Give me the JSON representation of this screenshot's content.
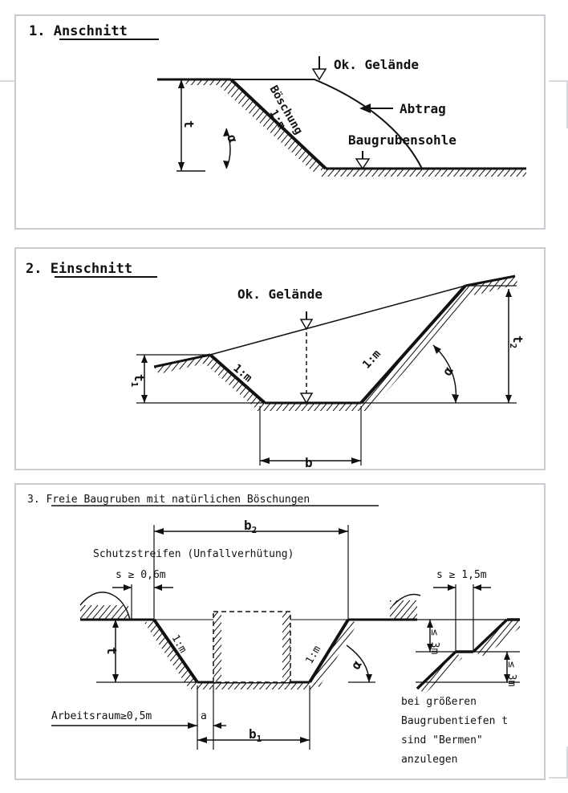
{
  "panels": {
    "anschnitt": {
      "title": "1. Anschnitt",
      "ok_gelaende": "Ok. Gelände",
      "abtrag": "Abtrag",
      "baugrubensohle": "Baugrubensohle",
      "boeschung": "Böschung",
      "slope": "1:m",
      "depth": "t",
      "angle": "α"
    },
    "einschnitt": {
      "title": "2. Einschnitt",
      "ok_gelaende": "Ok. Gelände",
      "slope_left": "1:m",
      "slope_right": "1:m",
      "t1": "t",
      "t1_sub": "1",
      "t2": "t",
      "t2_sub": "2",
      "width": "b",
      "angle": "α"
    },
    "baugruben": {
      "title": "3. Freie Baugruben mit natürlichen Böschungen",
      "b2": "b",
      "b2_sub": "2",
      "schutzstreifen": "Schutzstreifen (Unfallverhütung)",
      "s_min": "s ≥ 0,6m",
      "slope_left": "1:m",
      "slope_right": "1:m",
      "depth": "t",
      "angle": "α",
      "arbeitsraum": "Arbeitsraum≥0,5m",
      "a": "a",
      "b1": "b",
      "b1_sub": "1",
      "s_berme": "s ≥ 1,5m",
      "h_upper": "≤ 3m",
      "h_lower": "≤ 3m",
      "note": [
        "bei größeren",
        "Baugrubentiefen t",
        "sind \"Bermen\"",
        "anzulegen"
      ]
    }
  }
}
